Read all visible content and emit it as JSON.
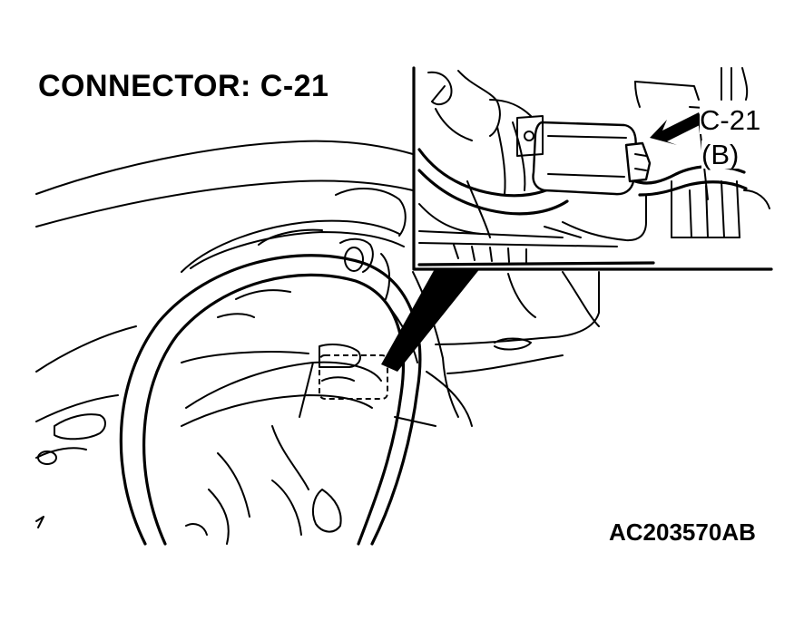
{
  "title": "CONNECTOR: C-21",
  "callout": {
    "connector_name": "C-21",
    "connector_color": "(B)"
  },
  "figure_id": "AC203570AB",
  "colors": {
    "ink": "#000000",
    "background": "#ffffff"
  }
}
